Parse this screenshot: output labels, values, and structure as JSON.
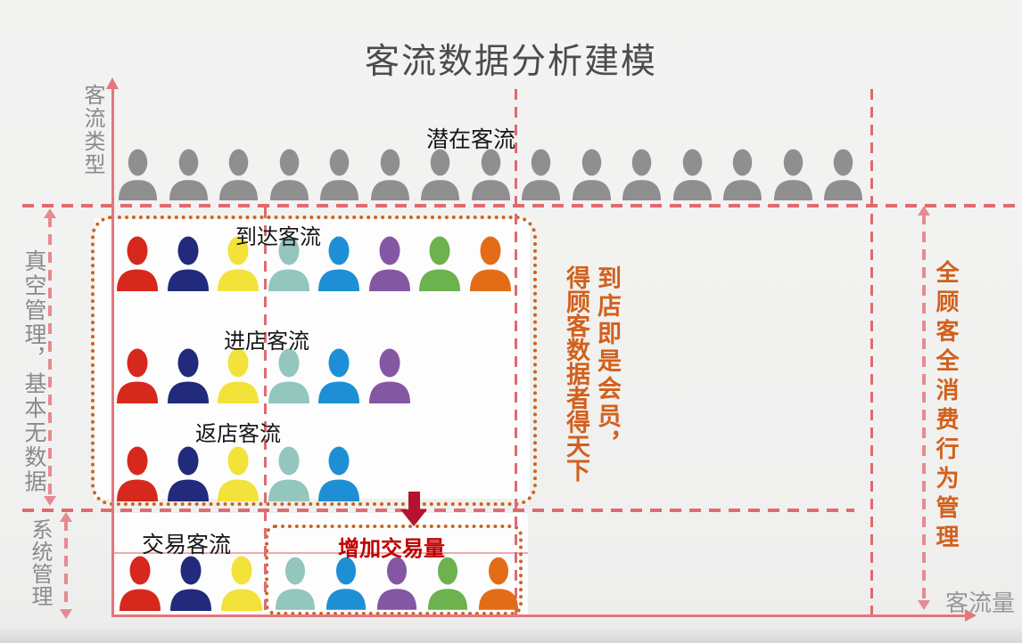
{
  "title": "客流数据分析建模",
  "axes": {
    "y_label": "客流类型",
    "x_label": "客流量"
  },
  "left_labels": {
    "vacuum": "真空管理，基本无数据",
    "system": "系统管理"
  },
  "annotations": {
    "middle_vertical": [
      "到店即是会员，",
      "得顾客数据者得天下"
    ],
    "right_vertical": "全顾客全消费行为管理"
  },
  "rows": [
    {
      "id": "potential",
      "label": "潜在客流",
      "count": 15,
      "icons": [
        "gray",
        "gray",
        "gray",
        "gray",
        "gray",
        "gray",
        "gray",
        "gray",
        "gray",
        "gray",
        "gray",
        "gray",
        "gray",
        "gray",
        "gray"
      ]
    },
    {
      "id": "arrival",
      "label": "到达客流",
      "count": 8,
      "icons": [
        "red",
        "navy",
        "yellow",
        "teal",
        "blue",
        "purple",
        "green",
        "orange"
      ]
    },
    {
      "id": "enter",
      "label": "进店客流",
      "count": 6,
      "icons": [
        "red",
        "navy",
        "yellow",
        "teal",
        "blue",
        "purple"
      ]
    },
    {
      "id": "return",
      "label": "返店客流",
      "count": 5,
      "icons": [
        "red",
        "navy",
        "yellow",
        "teal",
        "blue"
      ]
    },
    {
      "id": "deal",
      "label": "交易客流",
      "count": 3,
      "icons": [
        "red",
        "navy",
        "yellow"
      ]
    },
    {
      "id": "increase",
      "label": "增加交易量",
      "count": 5,
      "icons": [
        "teal",
        "blue",
        "purple",
        "green",
        "orange"
      ]
    }
  ],
  "palette": {
    "gray": "#8F8F8F",
    "red": "#D7281D",
    "navy": "#222A7C",
    "yellow": "#F2E239",
    "teal": "#93C6BD",
    "blue": "#1E8FD5",
    "purple": "#8457A3",
    "green": "#6CB24E",
    "orange": "#E36D17"
  },
  "accent_colors": {
    "axis_pink": "#E4767D",
    "dashed_pink": "#E06A70",
    "double_arrow_pink": "#E68A91",
    "orange_border": "#CC6420",
    "orange_text": "#D2601C",
    "increase_label_red": "#C00000",
    "down_arrow_red": "#B5122F",
    "title_gray": "#4C4C4C"
  }
}
